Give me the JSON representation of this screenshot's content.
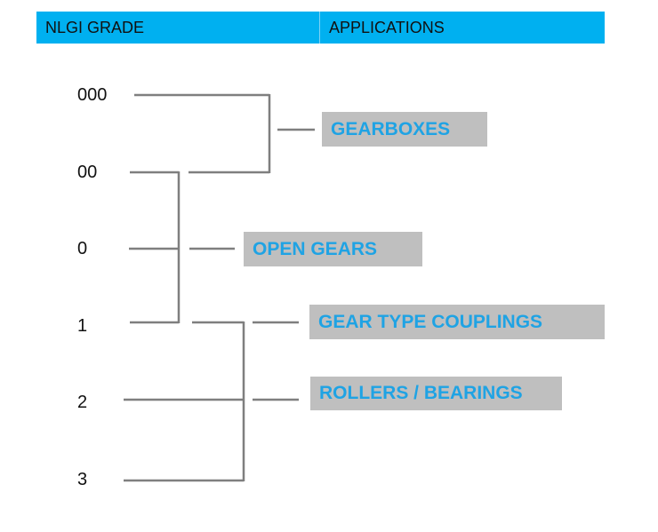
{
  "header": {
    "col1": "NLGI GRADE",
    "col2": "APPLICATIONS",
    "background_color": "#00b0f0"
  },
  "grades": [
    "000",
    "00",
    "0",
    "1",
    "2",
    "3"
  ],
  "applications": [
    "GEARBOXES",
    "OPEN GEARS",
    "GEAR TYPE COUPLINGS",
    "ROLLERS / BEARINGS"
  ],
  "colors": {
    "line": "#7f7f7f",
    "app_box": "#bfbfbf",
    "app_text": "#1fa3e4"
  }
}
